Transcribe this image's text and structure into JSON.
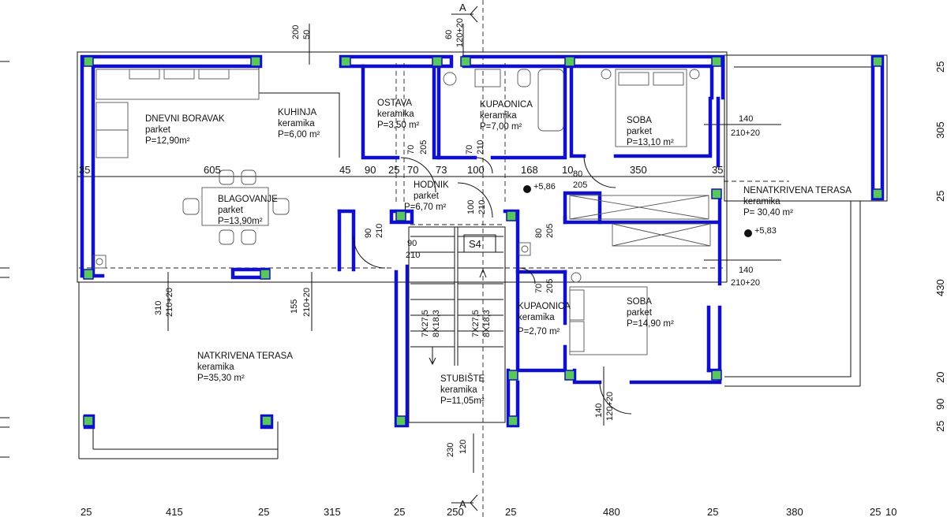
{
  "rooms": {
    "dnevni": {
      "name": "DNEVNI BORAVAK",
      "floor": "parket",
      "area": "P=12,90m²"
    },
    "kuhinja": {
      "name": "KUHINJA",
      "floor": "keramika",
      "area": "P=6,00 m²"
    },
    "ostava": {
      "name": "OSTAVA",
      "floor": "keramika",
      "area": "P=3,50 m²"
    },
    "kupaonica1": {
      "name": "KUPAONICA",
      "floor": "keramika",
      "area": "P=7,00 m²"
    },
    "soba1": {
      "name": "SOBA",
      "floor": "parket",
      "area": "P=13,10 m²"
    },
    "blagovanje": {
      "name": "BLAGOVANJE",
      "floor": "parket",
      "area": "P=13,90m²"
    },
    "hodnik": {
      "name": "HODNIK",
      "floor": "parket",
      "area": "P=6,70 m²"
    },
    "nenatkrivena": {
      "name": "NENATKRIVENA TERASA",
      "floor": "keramika",
      "area": "P= 30,40 m²"
    },
    "natkrivena": {
      "name": "NATKRIVENA TERASA",
      "floor": "keramika",
      "area": "P=35,30 m²"
    },
    "stubiste": {
      "name": "STUBIŠTE",
      "floor": "keramika",
      "area": "P=11,05m²"
    },
    "kupaonica2": {
      "name": "KUPAONICA",
      "floor": "keramika",
      "area": "P=2,70 m²"
    },
    "soba2": {
      "name": "SOBA",
      "floor": "parket",
      "area": "P=14,90 m²"
    }
  },
  "levels": {
    "l1": "+5,86",
    "l2": "+5,83"
  },
  "section": {
    "mark": "A",
    "label": "S4"
  },
  "dims": {
    "top_200": "200",
    "top_50": "50",
    "top_60": "60",
    "top_120_20": "120+20",
    "row": [
      "35",
      "605",
      "45",
      "90",
      "25",
      "70",
      "73",
      "100",
      "168",
      "10",
      "80",
      "205",
      "350",
      "35"
    ],
    "ostava_70": "70",
    "ostava_205": "205",
    "kup_70": "70",
    "kup_210": "210",
    "hod_100": "100",
    "hod_210": "210",
    "blag_90": "90",
    "blag_210": "210",
    "hod_90": "90",
    "hod_210b": "210",
    "kup2_80": "80",
    "kup2_205": "205",
    "kup2_70": "70",
    "kup2_205b": "205",
    "soba1_140": "140",
    "soba1_210": "210+20",
    "soba2_140": "140",
    "soba2_210": "210+20",
    "ter_310": "310",
    "ter_210a": "210+20",
    "ter_155": "155",
    "ter_210b": "210+20",
    "stair1_a": "7X27,5",
    "stair1_b": "8X18,3",
    "stair2_a": "7X27,5",
    "stair2_b": "8X18,3",
    "st_230": "230",
    "st_120": "120",
    "sb_140": "140",
    "sb_120": "120+20",
    "bottom": [
      "25",
      "415",
      "25",
      "315",
      "25",
      "250",
      "25",
      "480",
      "25",
      "380",
      "25",
      "10"
    ],
    "right": [
      "25",
      "305",
      "25",
      "430",
      "20",
      "90",
      "25"
    ]
  }
}
